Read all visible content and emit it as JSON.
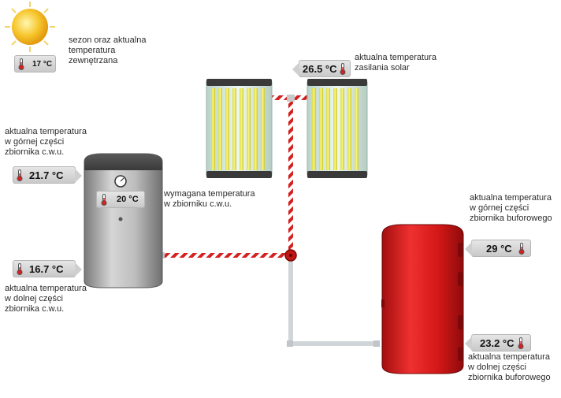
{
  "outside": {
    "label": "sezon oraz aktualna\ntemperatura\nzewnętrzana",
    "temp": "17 °C"
  },
  "solar": {
    "label": "aktualna temperatura\nzasilania solar",
    "temp": "26.5 °C"
  },
  "dhw_top": {
    "label": "aktualna temperatura\nw górnej części\nzbiornika c.w.u.",
    "temp": "21.7 °C"
  },
  "dhw_required": {
    "label": "wymagana temperatura\nw zbiorniku c.w.u.",
    "temp": "20 °C"
  },
  "dhw_bottom": {
    "label": "aktualna temperatura\nw dolnej części\nzbiornika c.w.u.",
    "temp": "16.7 °C"
  },
  "buffer_top": {
    "label": "aktualna temperatura\nw górnej części\nzbiornika buforowego",
    "temp": "29 °C"
  },
  "buffer_bottom": {
    "label": "aktualna temperatura\nw dolnej części\nzbiornika buforowego",
    "temp": "23.2 °C"
  },
  "colors": {
    "hot_pipe": "#d42020",
    "cold_pipe": "#d7dde0",
    "buffer_tank": "#e01b1b",
    "dhw_tank": "#9a9a9a",
    "collector_tube": "#e8e23a"
  },
  "icons": {
    "season": "sun-icon",
    "thermometer": "thermometer-icon",
    "gauge": "gauge-icon"
  }
}
